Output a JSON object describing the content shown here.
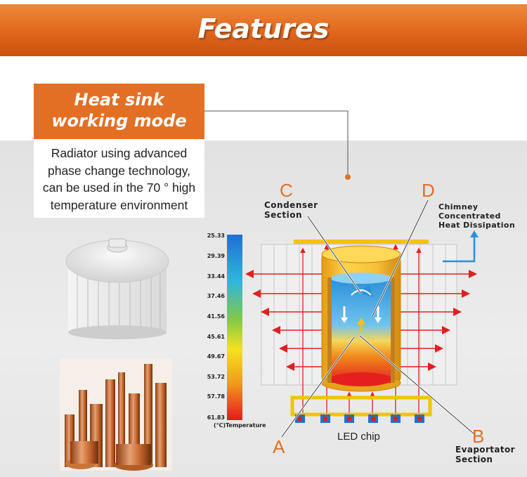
{
  "header": {
    "title": "Features"
  },
  "mode": {
    "title_line1": "Heat sink",
    "title_line2": "working mode",
    "desc_lines": [
      "Radiator using advanced",
      "phase change technology,",
      "can be used in the 70 ° high",
      "temperature environment"
    ]
  },
  "scale": {
    "ticks": [
      "25.33",
      "29.39",
      "33.44",
      "37.46",
      "41.56",
      "45.61",
      "49.67",
      "53.72",
      "57.78",
      "61.83"
    ],
    "unit_label": "(℃)Temperature"
  },
  "callouts": {
    "c_letter": "C",
    "c_label1": "Condenser",
    "c_label2": "Section",
    "d_letter": "D",
    "d_label1": "Chimney",
    "d_label2": "Concentrated",
    "d_label3": "Heat Dissipation",
    "a_letter": "A",
    "b_letter": "B",
    "b_label1": "Evaportator",
    "b_label2": "Section",
    "led_label": "LED chip"
  },
  "colors": {
    "banner": "#e0661c",
    "mode_box": "#e36f25",
    "arrow_red": "#e02020",
    "arrow_blue": "#2a8fd8",
    "letters": "#e36f25"
  }
}
